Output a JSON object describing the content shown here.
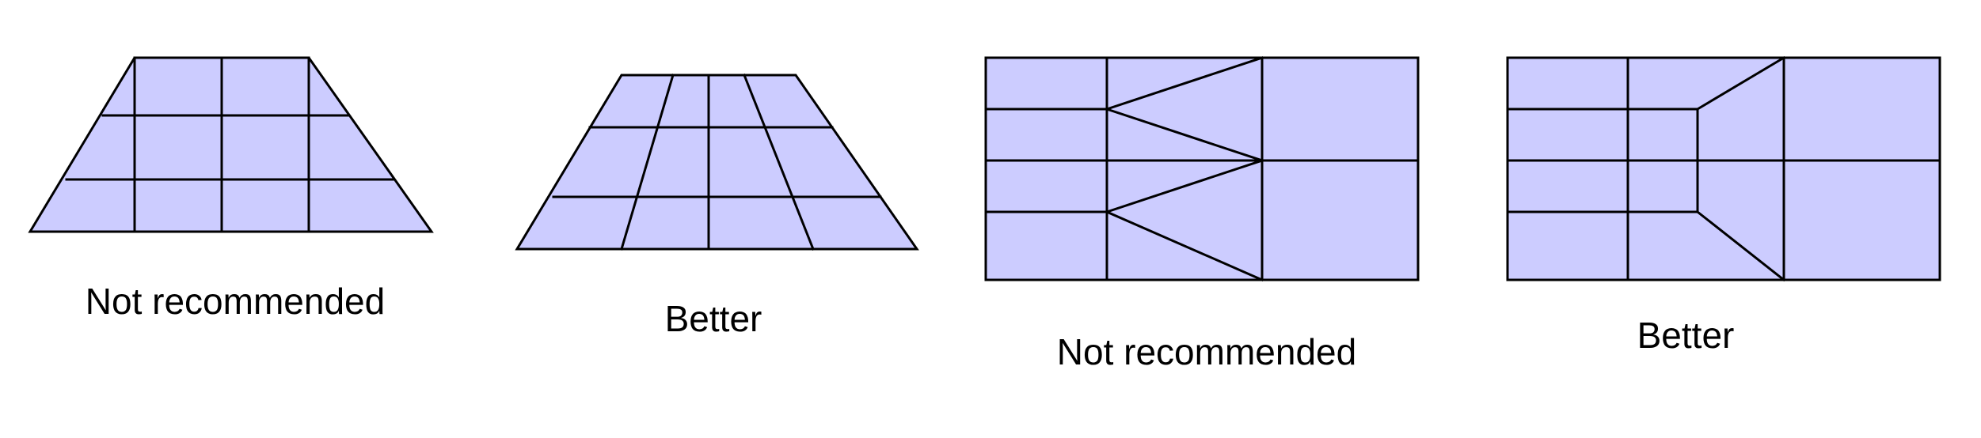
{
  "colors": {
    "fill": "#ccccff",
    "stroke": "#000000",
    "background": "#ffffff"
  },
  "panels": [
    {
      "caption": "Not recommended"
    },
    {
      "caption": "Better"
    },
    {
      "caption": "Not recommended"
    },
    {
      "caption": "Better"
    }
  ]
}
